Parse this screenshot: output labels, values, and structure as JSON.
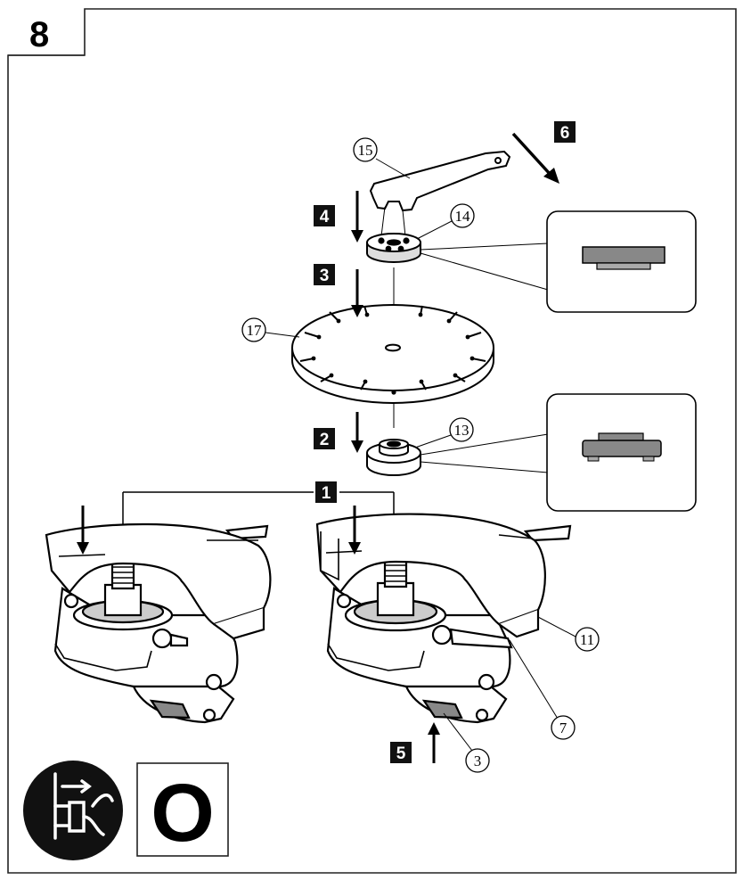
{
  "figure": {
    "tag": "8",
    "steps": [
      "1",
      "2",
      "3",
      "4",
      "5",
      "6"
    ],
    "callouts": {
      "wrench": "15",
      "outer_flange": "14",
      "blade": "17",
      "inner_flange": "13",
      "guard": "11",
      "guard_lever": "7",
      "spindle_lock": "3"
    },
    "mode_symbol": "O",
    "icons": [
      "unplug-icon",
      "mode-off-icon"
    ]
  }
}
